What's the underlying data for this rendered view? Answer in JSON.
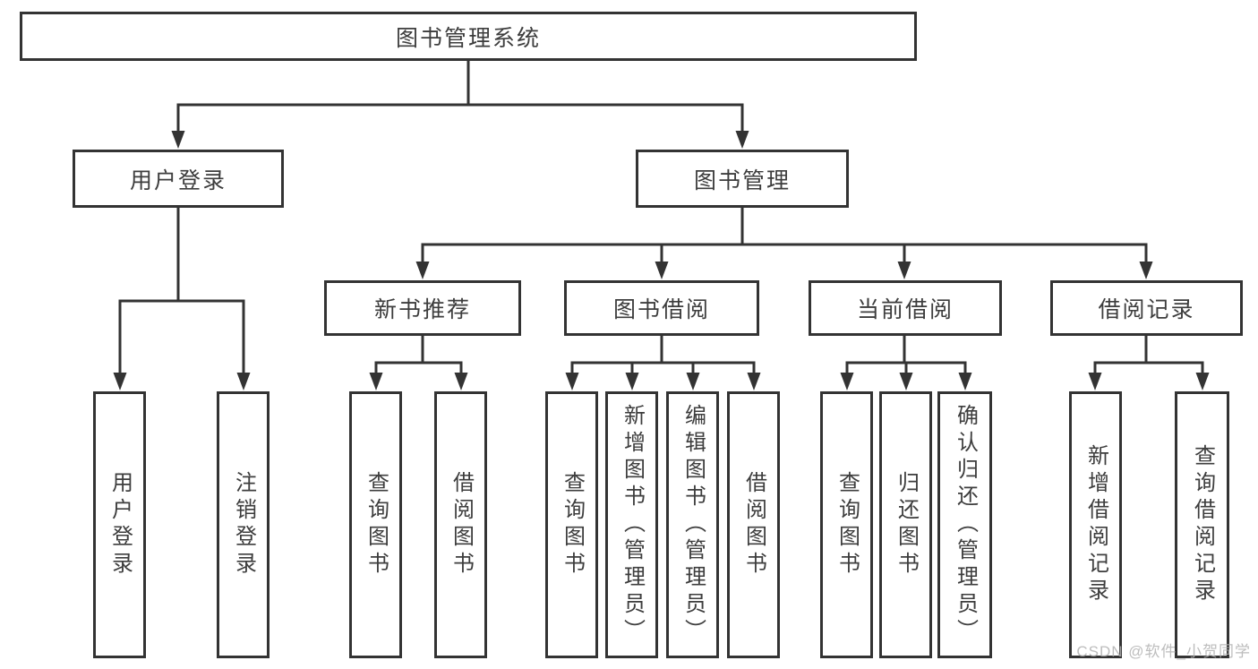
{
  "diagram": {
    "title": "图书管理系统",
    "level2": {
      "user_login": "用户登录",
      "book_management": "图书管理"
    },
    "level3": {
      "new_book_recommend": "新书推荐",
      "book_borrow": "图书借阅",
      "current_borrow": "当前借阅",
      "borrow_records": "借阅记录"
    },
    "leaves": {
      "user_login": [
        "用户登录",
        "注销登录"
      ],
      "new_book_recommend": [
        "查询图书",
        "借阅图书"
      ],
      "book_borrow": [
        "查询图书",
        "新增图书（管理员）",
        "编辑图书（管理员）",
        "借阅图书"
      ],
      "current_borrow": [
        "查询图书",
        "归还图书",
        "确认归还（管理员）"
      ],
      "borrow_records": [
        "新增借阅记录",
        "查询借阅记录"
      ]
    }
  },
  "watermark": "CSDN @软件_小贺同学",
  "colors": {
    "line": "#333333",
    "text": "#3d3d3d",
    "background": "#ffffff",
    "watermark": "#b2b2b2"
  }
}
